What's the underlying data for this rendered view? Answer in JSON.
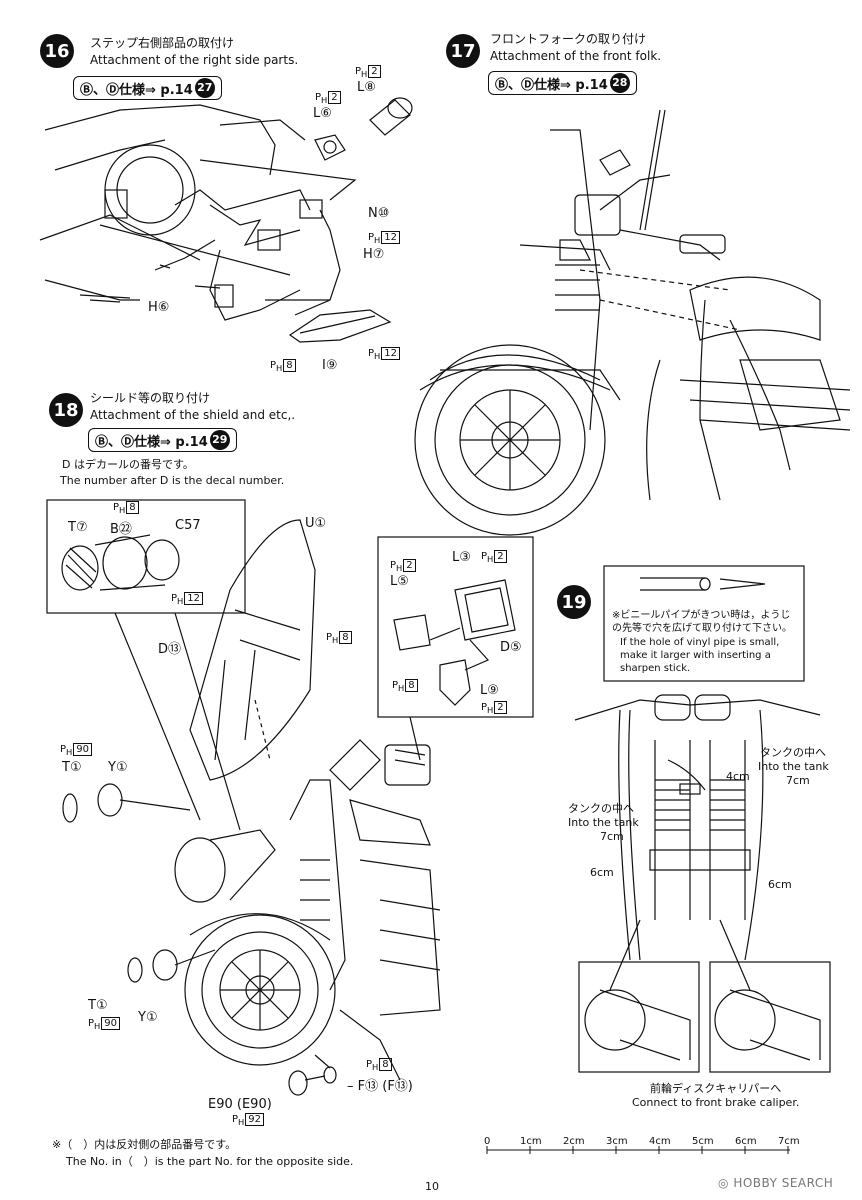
{
  "step16": {
    "number": "16",
    "title_jp": "ステップ右側部品の取付け",
    "title_en": "Attachment of the right side parts.",
    "spec": "Ⓑ、Ⓓ仕様⇒ p.14",
    "spec_page": "27",
    "parts": {
      "ph2_a": "2",
      "ph2_b": "2",
      "l8": "L⑧",
      "l6": "L⑥",
      "n10": "N⑩",
      "ph12_a": "12",
      "h7": "H⑦",
      "h6": "H⑥",
      "ph8": "8",
      "i9": "I⑨",
      "ph12_b": "12"
    }
  },
  "step17": {
    "number": "17",
    "title_jp": "フロントフォークの取り付け",
    "title_en": "Attachment of the front folk.",
    "spec": "Ⓑ、Ⓓ仕様⇒ p.14",
    "spec_page": "28"
  },
  "step18": {
    "number": "18",
    "title_jp": "シールド等の取り付け",
    "title_en": "Attachment of the shield and etc,.",
    "spec": "Ⓑ、Ⓓ仕様⇒ p.14",
    "spec_page": "29",
    "decal_note_jp": "D はデカールの番号です。",
    "decal_note_en": "The number after D is the decal number.",
    "parts": {
      "t7": "T⑦",
      "ph8_a": "8",
      "b22": "B㉒",
      "c57": "C57",
      "ph12": "12",
      "u1": "U①",
      "d13": "D⑬",
      "ph8_b": "8",
      "ph2_a": "2",
      "l5": "L⑤",
      "l3": "L③",
      "ph2_b": "2",
      "d5": "D⑤",
      "ph8_c": "8",
      "l9": "L⑨",
      "ph2_c": "2",
      "ph90_a": "90",
      "t1_a": "T①",
      "y1_a": "Y①",
      "t1_b": "T①",
      "ph90_b": "90",
      "y1_b": "Y①",
      "ph8_d": "8",
      "f13": "F⑬ (F⑬)",
      "e90": "E90 (E90)",
      "ph92": "92"
    }
  },
  "step19": {
    "number": "19",
    "note_jp": "※ビニールパイプがきつい時は，ようじの先等で穴を広げて取り付けて下さい。",
    "note_en": "If the hole of vinyl pipe is small, make it larger with inserting a sharpen stick.",
    "tank_right_jp": "タンクの中へ",
    "tank_right_en": "Into the tank",
    "tank_right_len": "7cm",
    "cm4": "4cm",
    "tank_left_jp": "タンクの中へ",
    "tank_left_en": "Into the tank",
    "tank_left_len": "7cm",
    "cm6_left": "6cm",
    "cm6_right": "6cm",
    "caliper_jp": "前輪ディスクキャリパーへ",
    "caliper_en": "Connect to front brake caliper."
  },
  "footer": {
    "note_jp": "※（　）内は反対側の部品番号です。",
    "note_en": "The No. in（　）is the part No. for the opposite side.",
    "scale": [
      "0",
      "1cm",
      "2cm",
      "3cm",
      "4cm",
      "5cm",
      "6cm",
      "7cm"
    ],
    "page_number": "10",
    "watermark": "HOBBY SEARCH"
  },
  "ph_prefix": "P",
  "ph_sub": "H"
}
